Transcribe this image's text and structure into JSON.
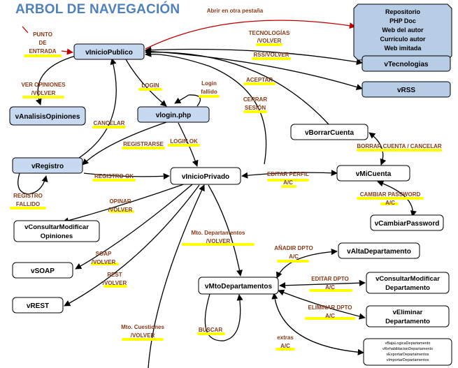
{
  "title": "ARBOL DE NAVEGACIÓN",
  "colors": {
    "title": "#4f81bd",
    "node_blue_fill": "#c6d9f1",
    "node_dark_fill": "#b7cde6",
    "edge_label": "#8a3a16",
    "highlight": "#ffff00",
    "entry_arrow": "#c00000"
  },
  "nodes": {
    "inicio_publico": "vInicioPublico",
    "analisis": "vAnalisisOpiniones",
    "login": "vlogin.php",
    "registro": "vRegistro",
    "inicio_privado": "vInicioPrivado",
    "borrar": "vBorrarCuenta",
    "micuenta": "vMiCuenta",
    "cambiarpass": "vCambiarPassword",
    "consultar_op_1": "vConsultarModificar",
    "consultar_op_2": "Opiniones",
    "soap": "vSOAP",
    "rest": "vREST",
    "mtodep": "vMtoDepartamentos",
    "alta": "vAltaDepartamento",
    "consultar_dep_1": "vConsultarModificar",
    "consultar_dep_2": "Departamento",
    "eliminar_1": "vEliminar",
    "eliminar_2": "Departamento",
    "tecnologias": "vTecnologias",
    "rss": "vRSS",
    "external": [
      "Repositorio",
      "PHP Doc",
      "Web del autor",
      "Currículo autor",
      "Web imitada"
    ],
    "extras": [
      "vBajaLogicaDepartamento",
      "vRehabilitacionDepartamento",
      "vExportarDepartamentos",
      "vImportarDepartamentos"
    ]
  },
  "labels": {
    "punto": [
      "PUNTO",
      "DE",
      "ENTRADA"
    ],
    "abrir": "Abrir en otra pestaña",
    "tecnologias": [
      "TECNOLOGÍAS",
      "/VOLVER"
    ],
    "rss": "RSS/VOLVER",
    "ver_opiniones": [
      "VER OPINIONES",
      "/VOLVER"
    ],
    "login": "LOGIN",
    "login_fallido": [
      "Login",
      "fallido"
    ],
    "aceptar": "ACEPTAR",
    "cerrar": [
      "CERRAR",
      "SESIÓN"
    ],
    "cancelar": "CANCELAR",
    "registrarse": "REGISTRARSE",
    "login_ok": "LOGIN OK",
    "registro_ok": "REGISTRO OK",
    "registro_fallido": [
      "REGISTRO",
      "FALLIDO"
    ],
    "editar_perfil": [
      "EDITAR PERFIL",
      "A/C"
    ],
    "borrar_cancelar": "BORRAR CUENTA / CANCELAR",
    "cambiar_password": [
      "CAMBIAR PASSWORD",
      "A/C"
    ],
    "opinar": [
      "OPINAR",
      "/VOLVER"
    ],
    "soap": [
      "SOAP",
      "/VOLVER"
    ],
    "rest": [
      "REST",
      "/VOLVER"
    ],
    "mto_dep": [
      "Mto. Departamentos",
      "/VOLVER"
    ],
    "anadir": [
      "AÑADIR DPTO",
      "A/C"
    ],
    "editar_dpto": [
      "EDITAR DPTO",
      "A/C"
    ],
    "eliminar_dpto": [
      "ELIMINAR DPTO",
      "A/C"
    ],
    "mto_cuestiones": [
      "Mto. Cuestiones",
      "/VOLVER"
    ],
    "buscar": "BUSCAR",
    "extras": [
      "extras",
      "A/C"
    ]
  }
}
